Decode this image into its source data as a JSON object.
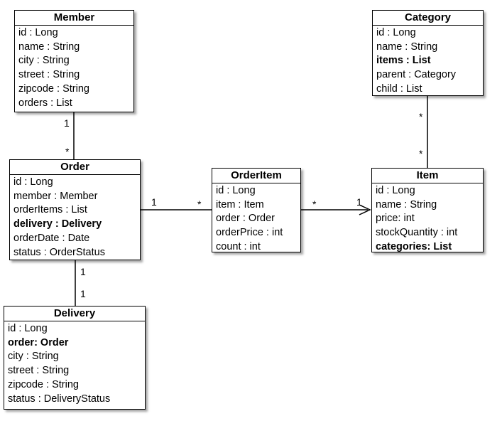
{
  "classes": {
    "member": {
      "title": "Member",
      "attributes": [
        {
          "text": "id : Long",
          "bold": false
        },
        {
          "text": "name : String",
          "bold": false
        },
        {
          "text": "city : String",
          "bold": false
        },
        {
          "text": "street : String",
          "bold": false
        },
        {
          "text": "zipcode : String",
          "bold": false
        },
        {
          "text": "orders : List",
          "bold": false
        }
      ]
    },
    "order": {
      "title": "Order",
      "attributes": [
        {
          "text": "id : Long",
          "bold": false
        },
        {
          "text": "member : Member",
          "bold": false
        },
        {
          "text": "orderItems : List",
          "bold": false
        },
        {
          "text": "delivery : Delivery",
          "bold": true
        },
        {
          "text": "orderDate : Date",
          "bold": false
        },
        {
          "text": "status : OrderStatus",
          "bold": false
        }
      ]
    },
    "delivery": {
      "title": "Delivery",
      "attributes": [
        {
          "text": "id : Long",
          "bold": false
        },
        {
          "text": "order: Order",
          "bold": true
        },
        {
          "text": "city : String",
          "bold": false
        },
        {
          "text": "street : String",
          "bold": false
        },
        {
          "text": "zipcode : String",
          "bold": false
        },
        {
          "text": "status : DeliveryStatus",
          "bold": false
        }
      ]
    },
    "order_item": {
      "title": "OrderItem",
      "attributes": [
        {
          "text": "id : Long",
          "bold": false
        },
        {
          "text": "item : Item",
          "bold": false
        },
        {
          "text": "order : Order",
          "bold": false
        },
        {
          "text": "orderPrice : int",
          "bold": false
        },
        {
          "text": "count : int",
          "bold": false
        }
      ]
    },
    "category": {
      "title": "Category",
      "attributes": [
        {
          "text": "id : Long",
          "bold": false
        },
        {
          "text": "name : String",
          "bold": false
        },
        {
          "text": "items : List",
          "bold": true
        },
        {
          "text": "parent : Category",
          "bold": false
        },
        {
          "text": "child : List",
          "bold": false
        }
      ]
    },
    "item": {
      "title": "Item",
      "attributes": [
        {
          "text": "id : Long",
          "bold": false
        },
        {
          "text": "name : String",
          "bold": false
        },
        {
          "text": "price: int",
          "bold": false
        },
        {
          "text": "stockQuantity : int",
          "bold": false
        },
        {
          "text": "categories: List",
          "bold": true
        }
      ]
    }
  },
  "associations": [
    {
      "from": "Member",
      "to": "Order",
      "from_multiplicity": "1",
      "to_multiplicity": "*"
    },
    {
      "from": "Order",
      "to": "OrderItem",
      "from_multiplicity": "1",
      "to_multiplicity": "*"
    },
    {
      "from": "OrderItem",
      "to": "Item",
      "from_multiplicity": "*",
      "to_multiplicity": "1",
      "arrow": true
    },
    {
      "from": "Order",
      "to": "Delivery",
      "from_multiplicity": "1",
      "to_multiplicity": "1"
    },
    {
      "from": "Category",
      "to": "Item",
      "from_multiplicity": "*",
      "to_multiplicity": "*"
    }
  ]
}
